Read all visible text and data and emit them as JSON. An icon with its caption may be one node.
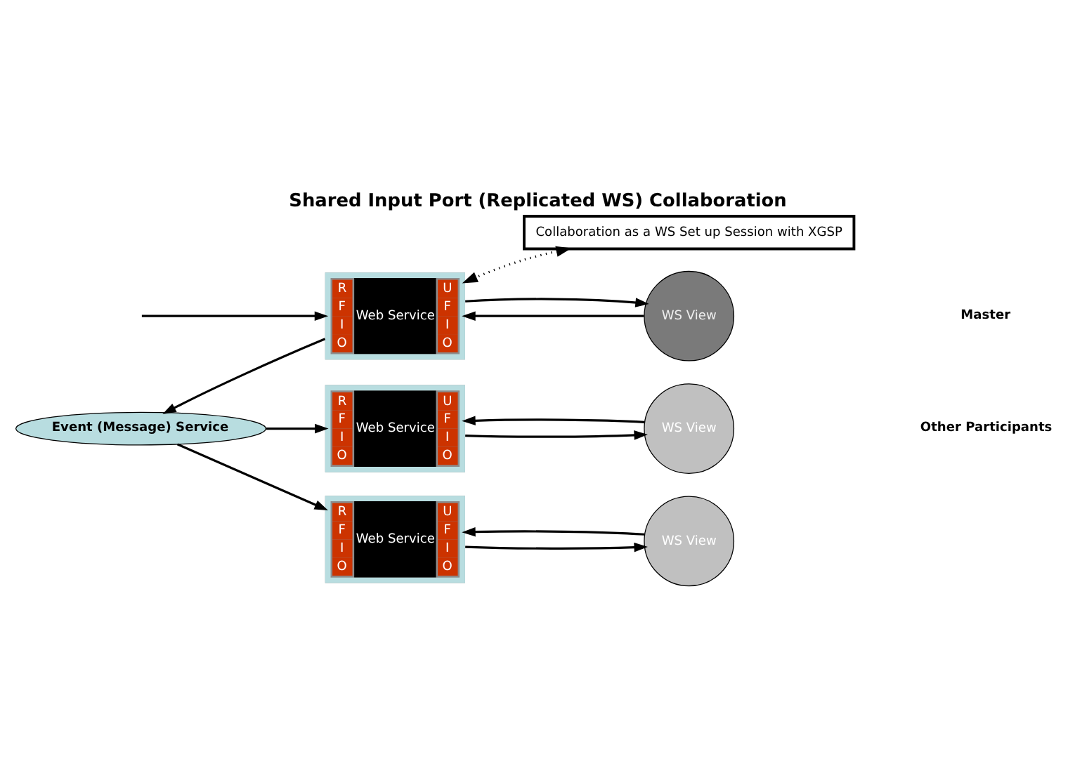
{
  "diagram": {
    "title": "Shared Input Port (Replicated WS) Collaboration",
    "nodes": [
      {
        "text": [
          "Collaboration as a WS Set up Session with XGSP"
        ]
      },
      {
        "text": [
          "R",
          "F",
          "I",
          "O",
          "Web Service",
          "U",
          "F",
          "I",
          "O"
        ]
      },
      {
        "text": [
          "WS View"
        ]
      },
      {
        "text": [
          "R",
          "F",
          "I",
          "O",
          "Web Service",
          "U",
          "F",
          "I",
          "O"
        ]
      },
      {
        "text": [
          "WS View"
        ]
      },
      {
        "text": [
          "R",
          "F",
          "I",
          "O",
          "Web Service",
          "U",
          "F",
          "I",
          "O"
        ]
      },
      {
        "text": [
          "WS View"
        ]
      },
      {
        "text": [
          "Event (Message) Service"
        ]
      }
    ],
    "edges": [
      {
        "from": 0,
        "to": 1,
        "arrow": "both",
        "style": "dashed"
      },
      {
        "from": null,
        "to": 1,
        "arrow": "to"
      },
      {
        "from": 2,
        "to": 1,
        "arrow": "to"
      },
      {
        "from": 1,
        "to": 2,
        "arrow": "to"
      },
      {
        "from": 1,
        "to": 7,
        "arrow": "to"
      },
      {
        "from": 7,
        "to": 3,
        "arrow": "to"
      },
      {
        "from": 4,
        "to": 3,
        "arrow": "to"
      },
      {
        "from": 3,
        "to": 4,
        "arrow": "to"
      },
      {
        "from": 7,
        "to": 5,
        "arrow": "to"
      },
      {
        "from": 6,
        "to": 5,
        "arrow": "to"
      },
      {
        "from": 5,
        "to": 6,
        "arrow": "to"
      }
    ],
    "labels": [
      "Master",
      "Other Participants"
    ]
  }
}
